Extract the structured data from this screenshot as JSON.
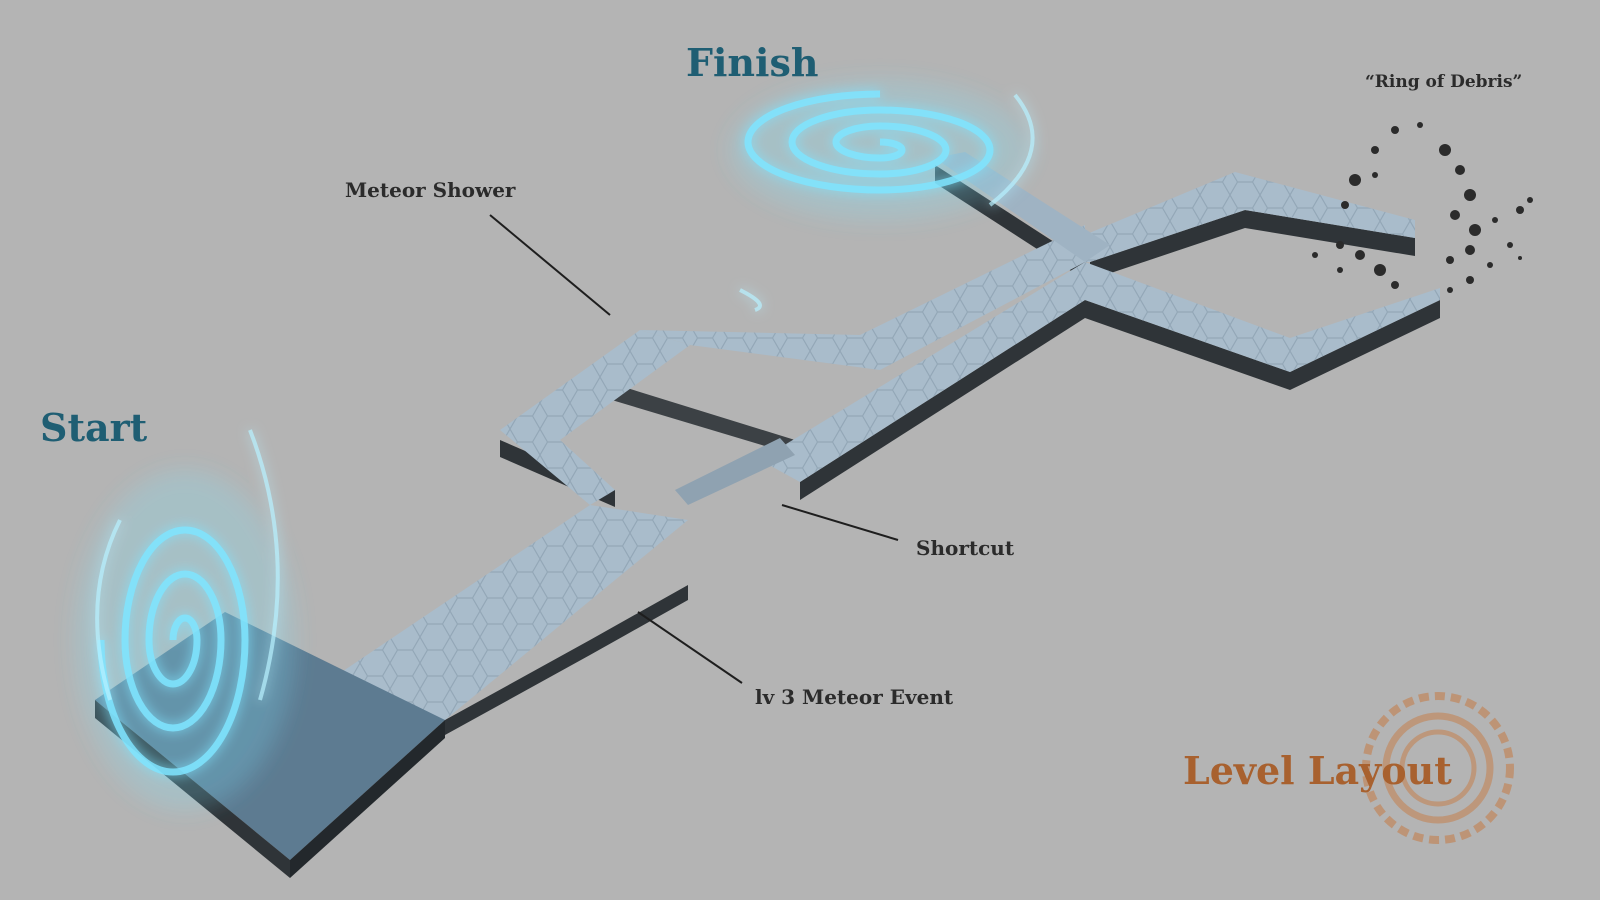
{
  "colors": {
    "background": "#b4b4b4",
    "heading": "#1f5e73",
    "callout_text": "#2b2b2b",
    "brand": "#a8612f",
    "portal_glow": "#7fe4ff",
    "track_top": "#a9bccb",
    "track_side": "#2f3438",
    "start_platform": "#5d7b91"
  },
  "labels": {
    "start": "Start",
    "finish": "Finish",
    "meteor_shower": "Meteor Shower",
    "ring_of_debris": "“Ring of Debris”",
    "shortcut": "Shortcut",
    "meteor_event": "lv 3 Meteor Event",
    "level_layout": "Level Layout"
  },
  "icons": {
    "start_portal": "spiral-portal-icon",
    "finish_portal": "spiral-portal-icon",
    "debris": "debris-rocks-icon",
    "emblem": "ring-emblem-icon"
  }
}
